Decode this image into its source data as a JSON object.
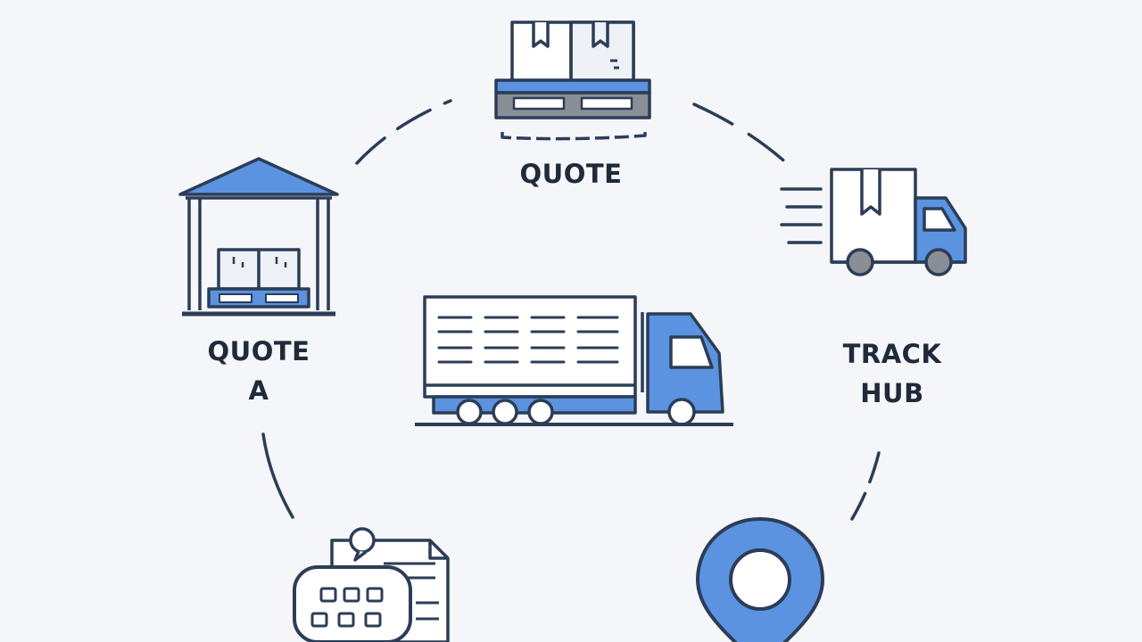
{
  "diagram": {
    "colors": {
      "stroke": "#2b3d57",
      "accent": "#5b93e0",
      "fill_light": "#ffffff",
      "fill_box": "#eef1f5",
      "gray": "#8a8f97",
      "background": "#f4f6f9"
    },
    "nodes": {
      "top": {
        "icon": "pallet-boxes-icon",
        "label": "QUOTE"
      },
      "left": {
        "icon": "warehouse-icon",
        "label_line1": "QUOTE",
        "label_line2": "A"
      },
      "right": {
        "icon": "delivery-truck-icon",
        "label_line1": "TRACK",
        "label_line2": "HUB"
      },
      "center": {
        "icon": "semi-truck-icon"
      },
      "bottom_left": {
        "icon": "document-chat-icon"
      },
      "bottom_right": {
        "icon": "location-pin-icon"
      }
    }
  }
}
